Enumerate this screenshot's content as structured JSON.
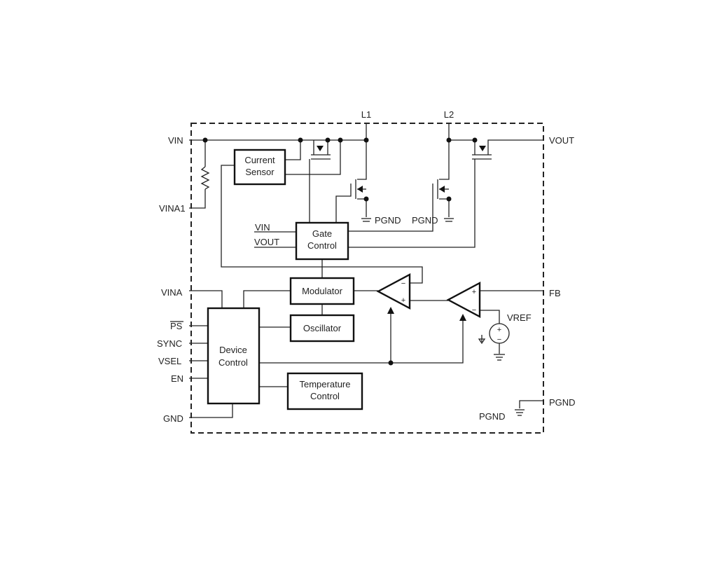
{
  "pins": {
    "l1": "L1",
    "l2": "L2",
    "vin": "VIN",
    "vout": "VOUT",
    "vina1": "VINA1",
    "vina": "VINA",
    "ps": "PS",
    "sync": "SYNC",
    "vsel": "VSEL",
    "en": "EN",
    "gnd": "GND",
    "fb": "FB",
    "pgnd": "PGND"
  },
  "blocks": {
    "current_sensor": [
      "Current",
      "Sensor"
    ],
    "gate_control": [
      "Gate",
      "Control"
    ],
    "modulator": "Modulator",
    "oscillator": "Oscillator",
    "device_control": [
      "Device",
      "Control"
    ],
    "temperature_control": [
      "Temperature",
      "Control"
    ]
  },
  "internal_labels": {
    "gate_vin": "VIN",
    "gate_vout": "VOUT",
    "pgnd_left": "PGND",
    "pgnd_right": "PGND",
    "pgnd_bottom": "PGND",
    "vref": "VREF",
    "plus": "+",
    "minus": "−"
  }
}
